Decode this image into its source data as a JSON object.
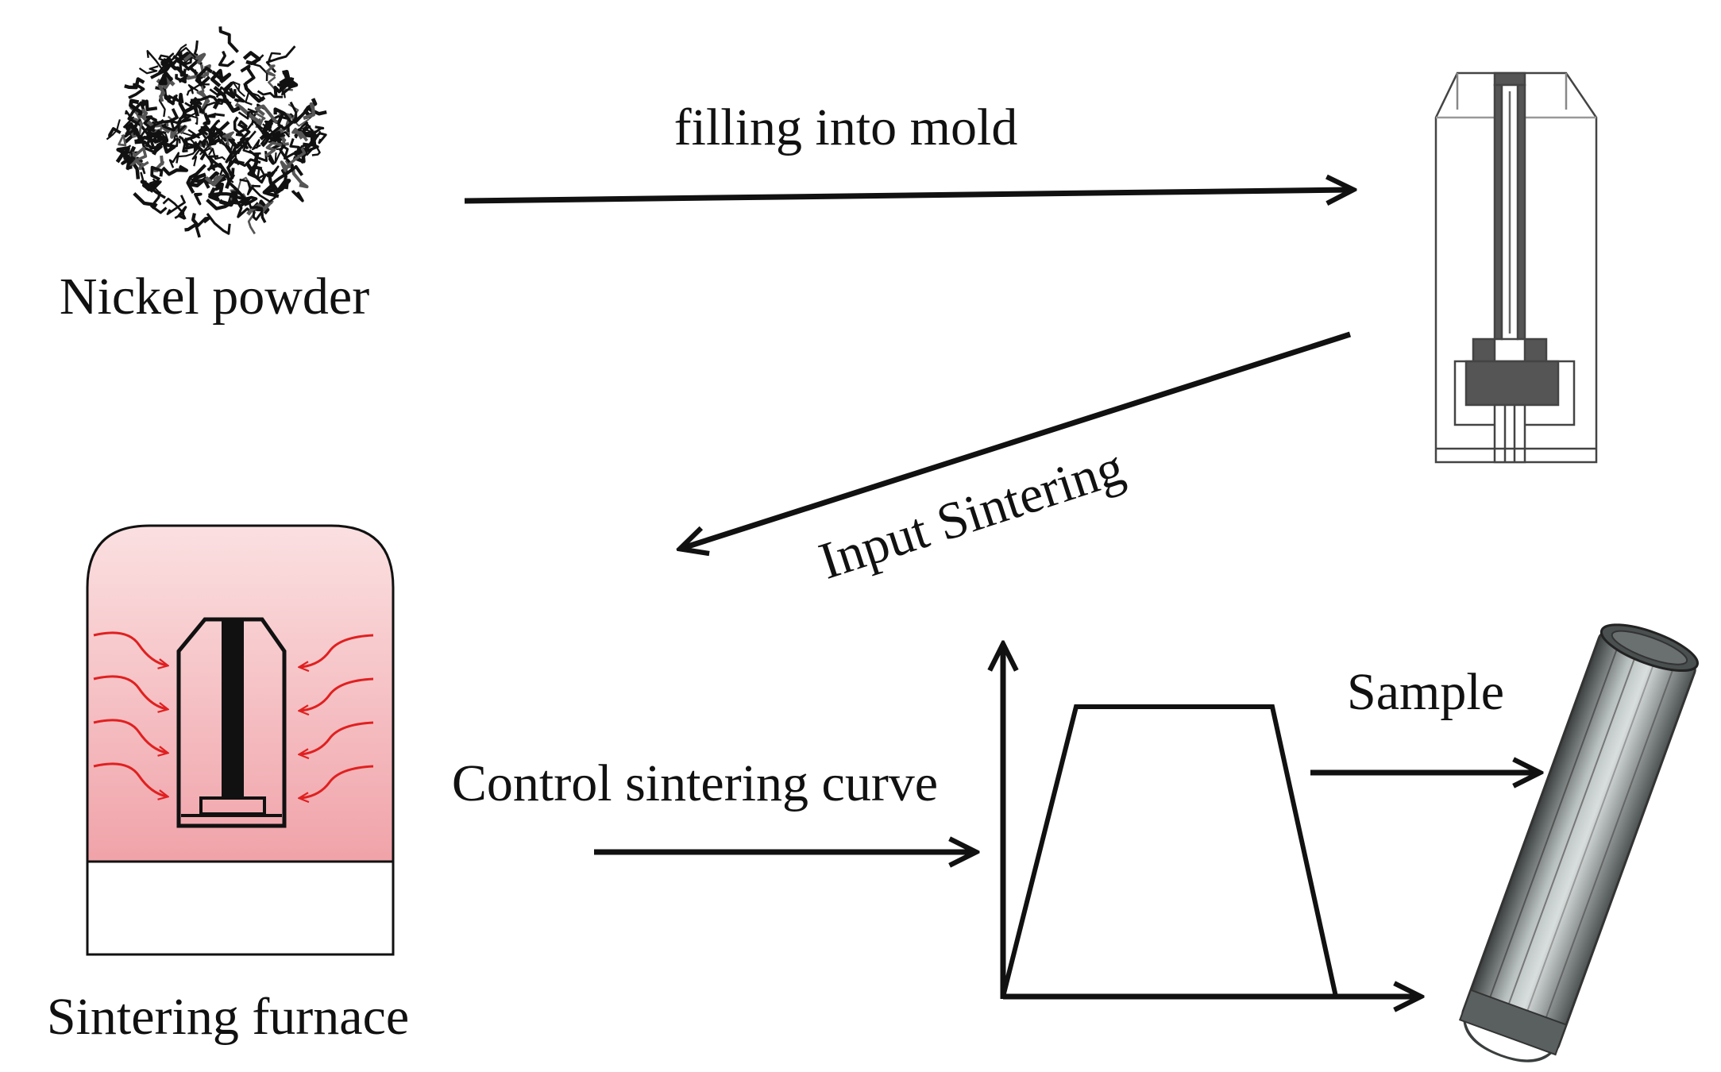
{
  "labels": {
    "nickel_powder": "Nickel powder",
    "filling_into_mold": "filling into mold",
    "input_sintering": "Input  Sintering",
    "sintering_furnace": "Sintering furnace",
    "control_sintering_curve": "Control sintering curve",
    "sample": "Sample"
  },
  "icons": {
    "powder": "nickel-powder-icon",
    "mold": "mold-icon",
    "furnace": "sintering-furnace-icon",
    "curve": "sintering-curve-icon",
    "sample": "cylinder-sample-icon"
  },
  "colors": {
    "ink": "#111111",
    "heat_arrows": "#e02020",
    "furnace_glow_top": "#f8d0d2",
    "furnace_glow_bottom": "#f2a6ab",
    "mold_fill": "#555555",
    "cylinder_body": "#8a9090"
  }
}
